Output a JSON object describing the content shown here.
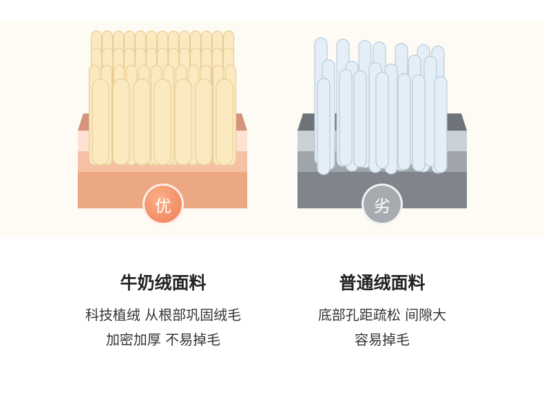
{
  "left": {
    "badge": "优",
    "title": "牛奶绒面料",
    "lines": [
      "科技植绒 从根部巩固绒毛",
      "加密加厚 不易掉毛"
    ],
    "colors": {
      "fiber": "#fbe9c0",
      "top": "#d4937a",
      "band1": "#fde2d4",
      "band2": "#f6c0a4",
      "base": "#eca882"
    }
  },
  "right": {
    "badge": "劣",
    "title": "普通绒面料",
    "lines": [
      "底部孔距疏松 间隙大",
      "容易掉毛"
    ],
    "colors": {
      "fiber": "#e4eef6",
      "top": "#6e737a",
      "band1": "#c9d0d6",
      "band2": "#a0a5ab",
      "base": "#80858b"
    }
  }
}
